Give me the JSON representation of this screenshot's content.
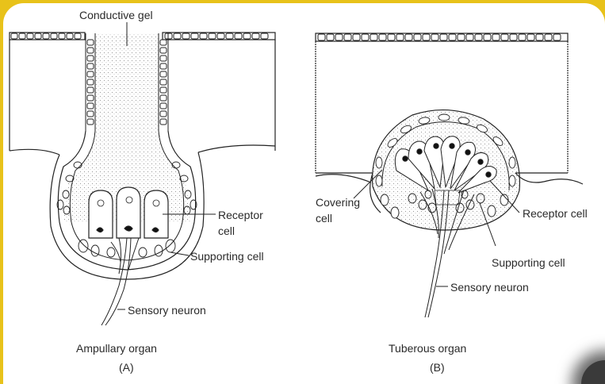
{
  "ampullary": {
    "gel_label": "Conductive gel",
    "receptor_label_1": "Receptor",
    "receptor_label_2": "cell",
    "supporting_label": "Supporting cell",
    "neuron_label": "Sensory neuron",
    "caption": "Ampullary organ",
    "caption_id": "(A)"
  },
  "tuberous": {
    "covering_label_1": "Covering",
    "covering_label_2": "cell",
    "receptor_label": "Receptor cell",
    "supporting_label": "Supporting cell",
    "neuron_label": "Sensory neuron",
    "caption": "Tuberous organ",
    "caption_id": "(B)"
  }
}
